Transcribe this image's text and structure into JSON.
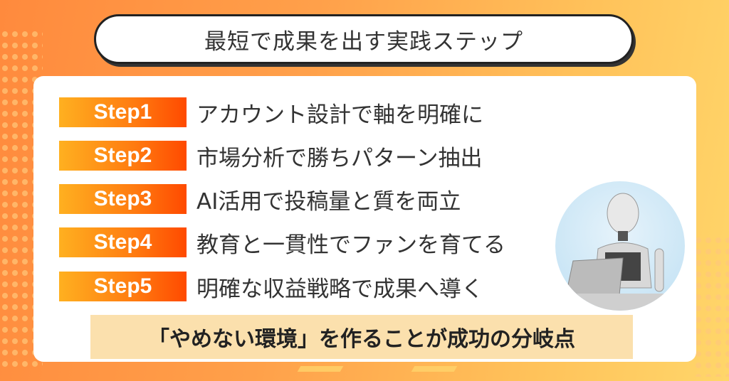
{
  "title": "最短で成果を出す実践ステップ",
  "steps": [
    {
      "label": "Step1",
      "text": "アカウント設計で軸を明確に"
    },
    {
      "label": "Step2",
      "text": "市場分析で勝ちパターン抽出"
    },
    {
      "label": "Step3",
      "text": "AI活用で投稿量と質を両立"
    },
    {
      "label": "Step4",
      "text": "教育と一貫性でファンを育てる"
    },
    {
      "label": "Step5",
      "text": "明確な収益戦略で成果へ導く"
    }
  ],
  "highlight": "「やめない環境」を作ることが成功の分岐点",
  "colors": {
    "badge_start": "#ffb020",
    "badge_end": "#ff4a00",
    "highlight_bg": "#fbe0ad"
  }
}
